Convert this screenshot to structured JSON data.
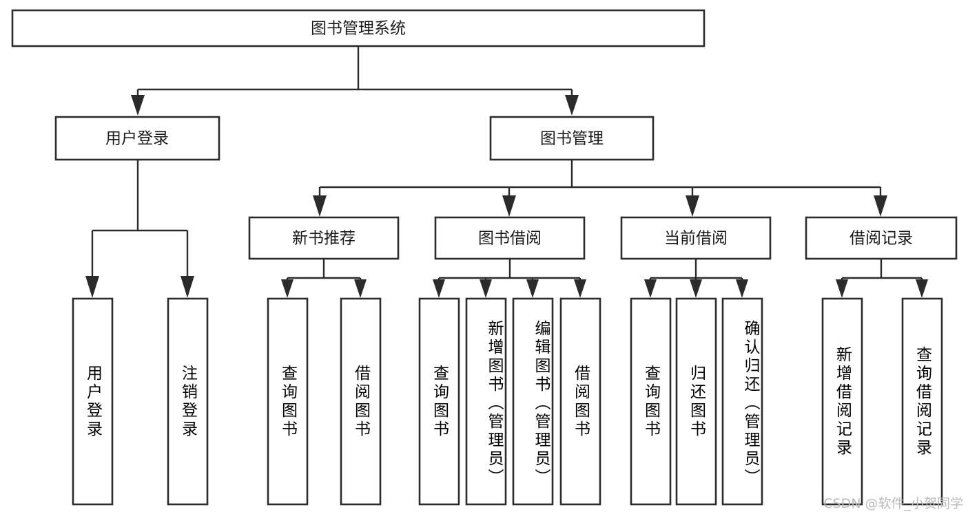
{
  "diagram": {
    "title": "图书管理系统",
    "type": "tree",
    "orientation": "top-down",
    "colors": {
      "box_stroke": "#2b2b2b",
      "box_fill": "#ffffff",
      "connector": "#2b2b2b",
      "text": "#1a1a1a",
      "background": "#ffffff",
      "watermark": "#b9b9b9"
    },
    "root": {
      "label": "图书管理系统"
    },
    "level2": [
      {
        "label": "用户登录"
      },
      {
        "label": "图书管理"
      }
    ],
    "level3": [
      {
        "label": "新书推荐"
      },
      {
        "label": "图书借阅"
      },
      {
        "label": "当前借阅"
      },
      {
        "label": "借阅记录"
      }
    ],
    "leaves": {
      "user_login": [
        {
          "label": "用户登录"
        },
        {
          "label": "注销登录"
        }
      ],
      "new_book_recommend": [
        {
          "label": "查询图书"
        },
        {
          "label": "借阅图书"
        }
      ],
      "book_borrow": [
        {
          "label": "查询图书"
        },
        {
          "label": "新增图书（管理员）"
        },
        {
          "label": "编辑图书（管理员）"
        },
        {
          "label": "借阅图书"
        }
      ],
      "current_borrow": [
        {
          "label": "查询图书"
        },
        {
          "label": "归还图书"
        },
        {
          "label": "确认归还（管理员）"
        }
      ],
      "borrow_record": [
        {
          "label": "新增借阅记录"
        },
        {
          "label": "查询借阅记录"
        }
      ]
    }
  },
  "watermark": {
    "text": "CSDN @软件_小贺同学"
  }
}
